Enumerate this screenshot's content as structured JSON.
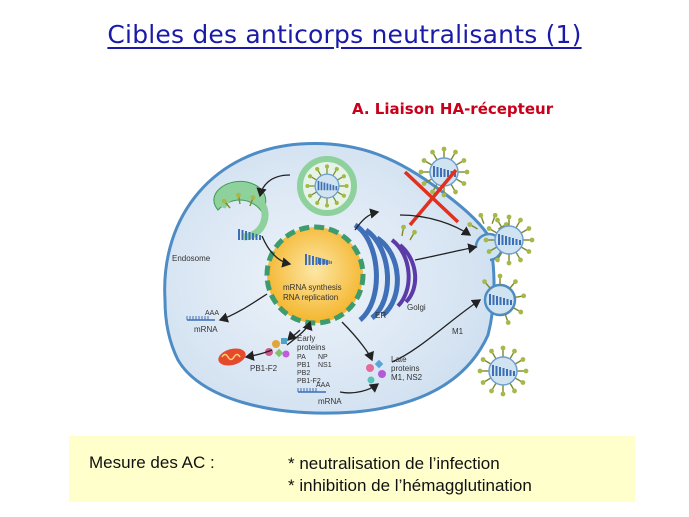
{
  "slide": {
    "title": "Cibles des anticorps neutralisants (1)",
    "subtitle": "A. Liaison HA-récepteur"
  },
  "diagram": {
    "labels": {
      "endosome": "Endosome",
      "mrna_synthesis": "mRNA synthesis",
      "rna_replication": "RNA replication",
      "er": "ER",
      "golgi": "Golgi",
      "m1": "M1",
      "mrna_left_aaa": "AAA",
      "mrna_left": "mRNA",
      "early_proteins_1": "Early",
      "early_proteins_2": "proteins",
      "pb1_f2": "PB1-F2",
      "ep_pa": "PA",
      "ep_np": "NP",
      "ep_pb1": "PB1",
      "ep_ns1": "NS1",
      "ep_pb2": "PB2",
      "ep_pb1f2": "PB1-F2",
      "mrna_bottom_aaa": "AAA",
      "mrna_bottom": "mRNA",
      "late_proteins_1": "Late",
      "late_proteins_2": "proteins",
      "late_proteins_3": "M1, NS2"
    },
    "colors": {
      "cell_fill": "#dbe8f3",
      "cell_stroke": "#4d8cc4",
      "nucleus_fill": "#f5c23a",
      "endosome": "#8ed19c",
      "virus_body": "#cfe3f1",
      "hemagglutinin": "#a7b84a",
      "block_cross": "#e3301e",
      "rna": "#3d6fb5"
    }
  },
  "box": {
    "label": "Mesure des AC :",
    "items": [
      "* neutralisation de l’infection",
      "* inhibition de l’hémagglutination"
    ]
  }
}
